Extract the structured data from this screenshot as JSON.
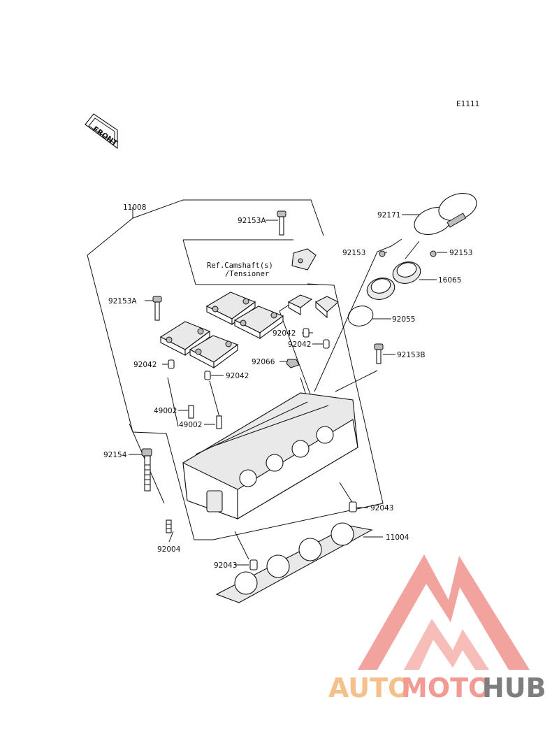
{
  "diagram": {
    "code": "E1111",
    "front_label": "FRONT",
    "note_line1": "Ref.Camshaft(s)",
    "note_line2": "/Tensioner",
    "labels": {
      "p11008": "11008",
      "p92153A_top": "92153A",
      "p92153A_left": "92153A",
      "p92171": "92171",
      "p92153_left": "92153",
      "p92153_right": "92153",
      "p16065": "16065",
      "p92055": "92055",
      "p92042_a": "92042",
      "p92042_b": "92042",
      "p92042_c": "92042",
      "p92042_d": "92042",
      "p92066": "92066",
      "p92153B": "92153B",
      "p49002_a": "49002",
      "p49002_b": "49002",
      "p92154": "92154",
      "p92043_right": "92043",
      "p92043_left": "92043",
      "p11004": "11004",
      "p92004": "92004"
    }
  },
  "watermark": {
    "part1": "AUTO",
    "part2": "MOTO",
    "part3": "HUB",
    "color1": "#f5c08a",
    "color2": "#f29a93",
    "color3": "#7d7d7d",
    "logo_color": "#f29a93"
  }
}
